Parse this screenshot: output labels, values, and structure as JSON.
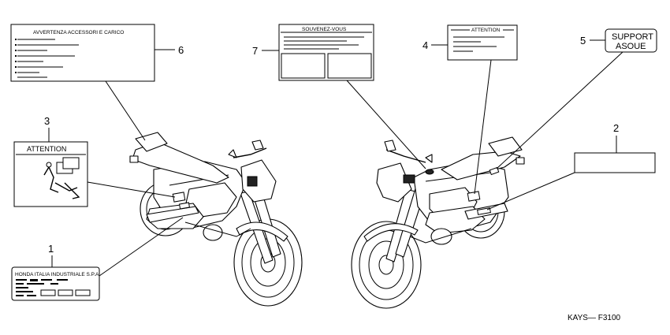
{
  "labels": {
    "l1": {
      "num": "1",
      "title": "HONDA  ITALIA  INDUSTRIALE  S.P.A."
    },
    "l2": {
      "num": "2"
    },
    "l3": {
      "num": "3",
      "title": "ATTENTION"
    },
    "l4": {
      "num": "4",
      "title": "ATTENTION"
    },
    "l5": {
      "num": "5",
      "line1": "SUPPORT",
      "line2": "ASOUE"
    },
    "l6": {
      "num": "6",
      "title": "AVVERTENZA  ACCESSORI  E  CARICO"
    },
    "l7": {
      "num": "7",
      "title": "SOUVENEZ-VOUS"
    }
  },
  "footer": {
    "code": "KAYS— F3100"
  }
}
